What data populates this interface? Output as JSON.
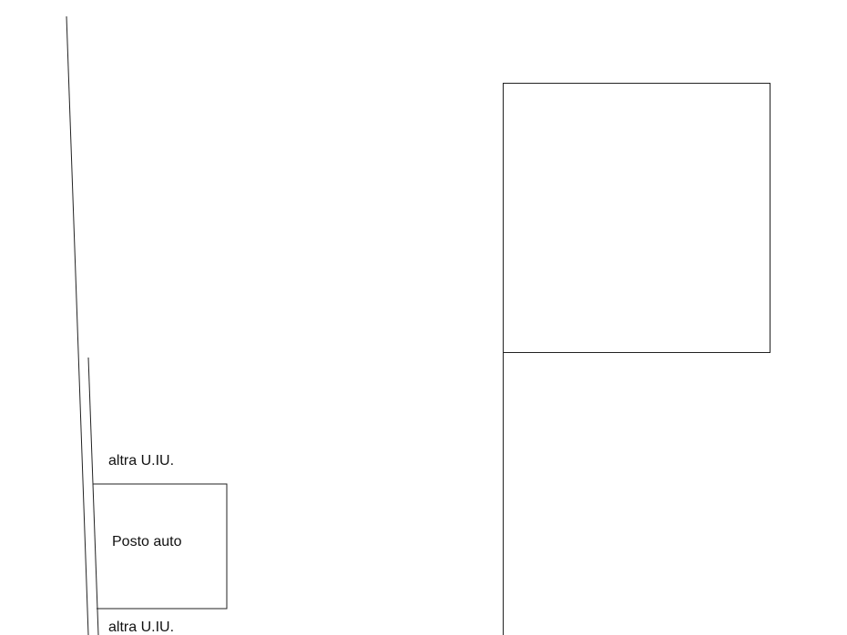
{
  "labels": {
    "other_unit_top": "altra U.IU.",
    "parking_space": "Posto auto",
    "other_unit_bottom": "altra U.IU."
  },
  "colors": {
    "background": "#ffffff",
    "line": "#222222",
    "text": "#111111"
  }
}
